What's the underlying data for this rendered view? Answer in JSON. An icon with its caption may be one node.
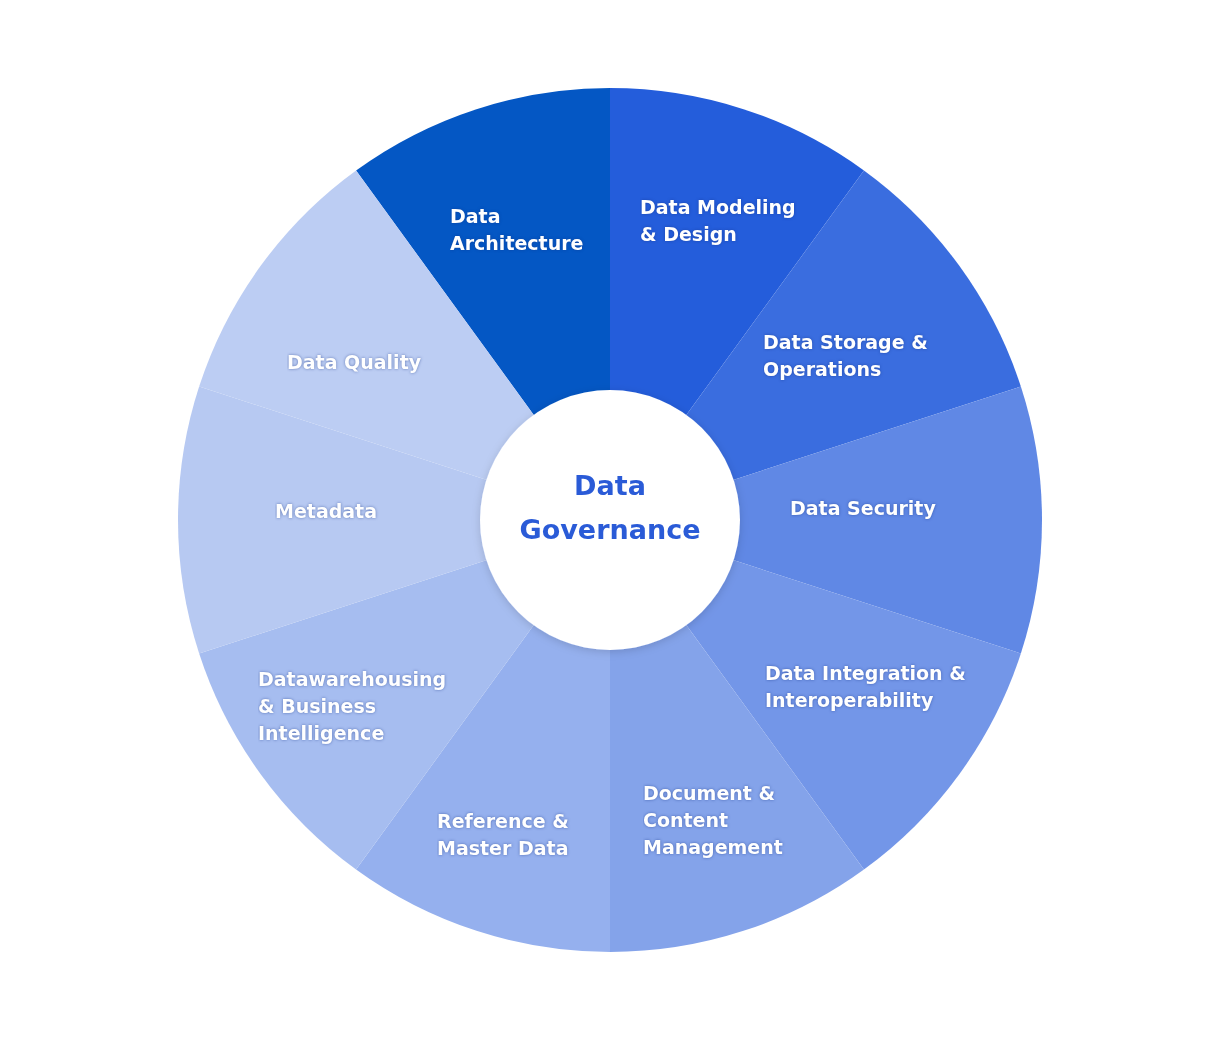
{
  "diagram": {
    "nodes": [
      {
        "text": [
          "Data Governance"
        ]
      },
      {
        "text": [
          "Data Architecture"
        ]
      },
      {
        "text": [
          "Data Modeling & Design"
        ]
      },
      {
        "text": [
          "Data Storage & Operations"
        ]
      },
      {
        "text": [
          "Data Security"
        ]
      },
      {
        "text": [
          "Data Integration & Interoperability"
        ]
      },
      {
        "text": [
          "Document & Content Management"
        ]
      },
      {
        "text": [
          "Reference & Master Data"
        ]
      },
      {
        "text": [
          "Datawarehousing & Business Intelligence"
        ]
      },
      {
        "text": [
          "Metadata"
        ]
      },
      {
        "text": [
          "Data Quality"
        ]
      }
    ]
  }
}
